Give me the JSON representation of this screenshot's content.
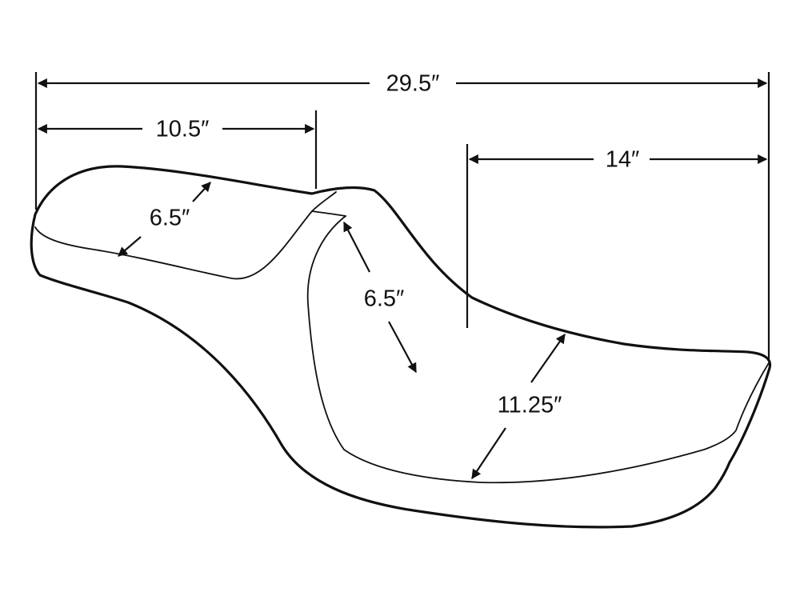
{
  "dimensions": {
    "overall_length": "29.5″",
    "driver_length": "10.5″",
    "passenger_length": "14″",
    "driver_width": "6.5″",
    "backrest_height": "6.5″",
    "passenger_width": "11.25″"
  },
  "colors": {
    "line": "#111111",
    "background": "#ffffff"
  }
}
